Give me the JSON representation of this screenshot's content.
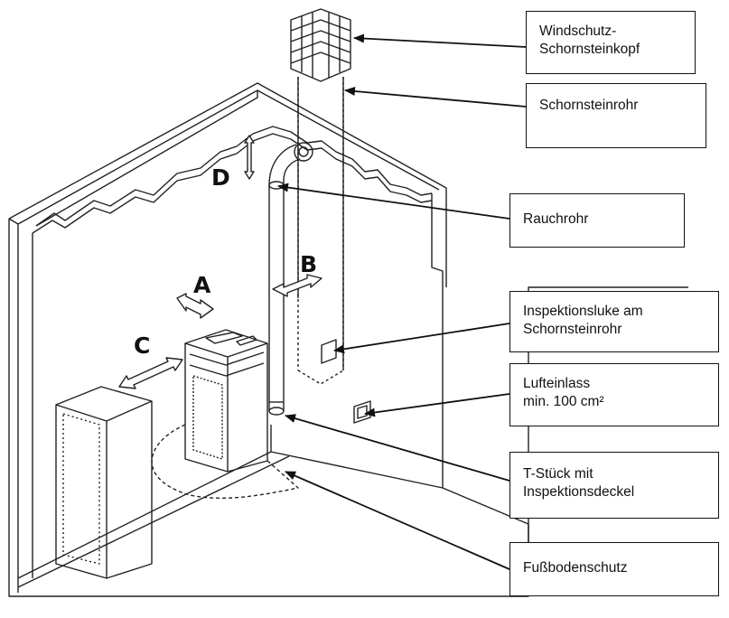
{
  "labels": {
    "windschutz": {
      "line1": "Windschutz-",
      "line2": "Schornsteinkopf"
    },
    "schornsteinrohr": "Schornsteinrohr",
    "rauchrohr": "Rauchrohr",
    "inspektionsluke": {
      "line1": "Inspektionsluke am",
      "line2": "Schornsteinrohr"
    },
    "lufteinlass": {
      "line1": "Lufteinlass",
      "line2": "min. 100 cm²"
    },
    "tstueck": {
      "line1": "T-Stück mit",
      "line2": "Inspektionsdeckel"
    },
    "fussbodenschutz": "Fußbodenschutz"
  },
  "letters": {
    "a": "A",
    "b": "B",
    "c": "C",
    "d": "D"
  }
}
